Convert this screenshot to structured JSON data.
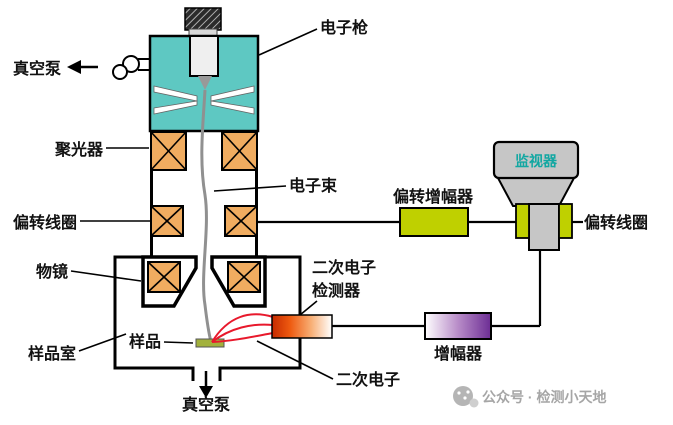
{
  "labels": {
    "electron_gun": "电子枪",
    "vacuum_pump_top": "真空泵",
    "condenser_lens": "聚光器",
    "electron_beam": "电子束",
    "deflection_coil_left": "偏转线圈",
    "objective_lens": "物镜",
    "sample": "样品",
    "sample_chamber": "样品室",
    "vacuum_pump_bottom": "真空泵",
    "secondary_electron_detector_line1": "二次电子",
    "secondary_electron_detector_line2": "检测器",
    "secondary_electrons": "二次电子",
    "deflection_amplifier": "偏转增幅器",
    "monitor": "监视器",
    "deflection_coil_right": "偏转线圈",
    "amplifier": "增幅器"
  },
  "watermark": {
    "text": "公众号 · 检测小天地"
  },
  "colors": {
    "gun_housing_teal": "#5EC8C2",
    "lens_orange": "#F0AC60",
    "amplifier_green": "#BFD000",
    "amplifier_purple": "#6C2D94",
    "detector_red": "#C62A00",
    "monitor_gray": "#C6C6C6",
    "monitor_text_teal": "#12A7A2",
    "sample_green": "#A2B13C",
    "trajectory_red": "#E8192C"
  }
}
